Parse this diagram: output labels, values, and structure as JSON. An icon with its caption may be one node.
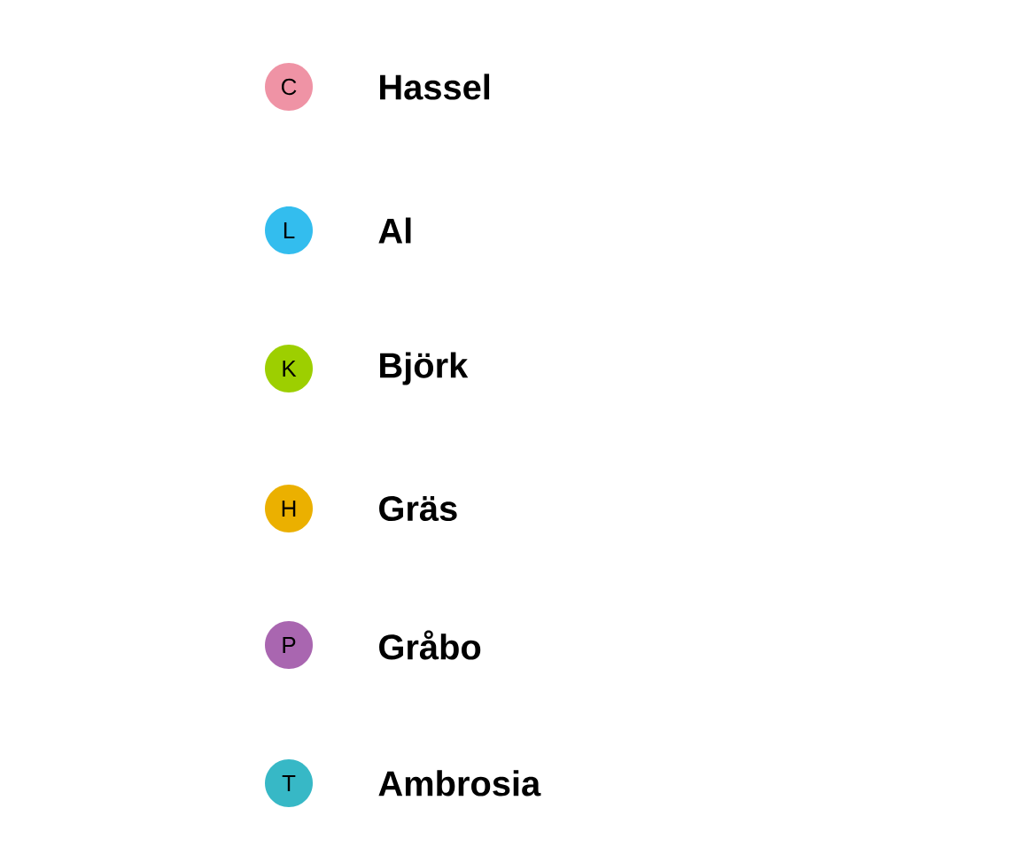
{
  "diagram": {
    "labels": [
      "C",
      "L",
      "K",
      "H",
      "P",
      "T"
    ],
    "legend": [
      {
        "text": "Hassel",
        "color": "#ef93a5"
      },
      {
        "text": "Al",
        "color": "#33bdee"
      },
      {
        "text": "Björk",
        "color": "#9dcf00"
      },
      {
        "text": "Gräs",
        "color": "#ebb000"
      },
      {
        "text": "Gråbo",
        "color": "#a966b0"
      },
      {
        "text": "Ambrosia",
        "color": "#37b8c6"
      }
    ]
  }
}
